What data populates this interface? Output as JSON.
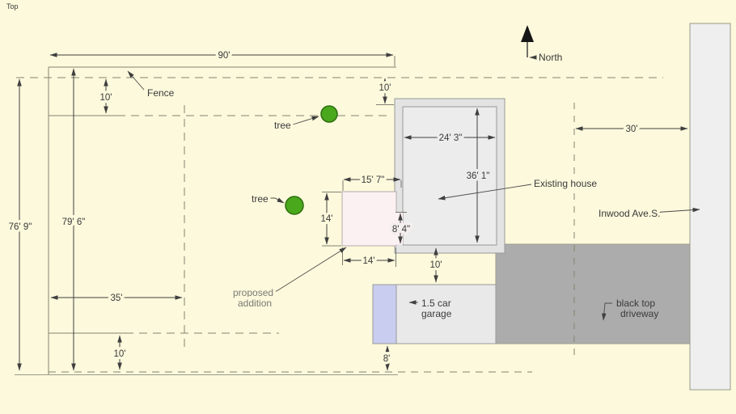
{
  "view": {
    "label": "Top"
  },
  "labels": {
    "north": "North",
    "fence": "Fence",
    "tree_upper": "tree",
    "tree_lower": "tree",
    "existing_house": "Existing house",
    "proposed_line1": "proposed",
    "proposed_line2": "addition",
    "garage_line1": "1.5 car",
    "garage_line2": "garage",
    "driveway_line1": "black top",
    "driveway_line2": "driveway",
    "street": "Inwood Ave.S."
  },
  "dims": {
    "lot_width": "90'",
    "fence_gap_top": "10'",
    "house_gap_top": "10'",
    "lot_depth": "76' 9\"",
    "fence_depth": "79' 6\"",
    "house_width": "24' 3\"",
    "house_depth": "36' 1\"",
    "addition_top_span": "15' 7\"",
    "addition_depth": "14'",
    "wall_opening": "8' 4\"",
    "addition_width": "14'",
    "house_garage_gap": "10'",
    "garage_rear_gap": "8'",
    "street_setback": "30'",
    "side_setback": "35'",
    "rear_gap": "10'"
  },
  "colors": {
    "background": "#FCF9DC",
    "house_fill": "#E3E3E3",
    "house_inner_fill": "#ECECEC",
    "addition_fill": "#FBF0F2",
    "garage_fill": "#E9E9E9",
    "garage_accent": "#C9CDEF",
    "driveway_fill": "#ACACAC",
    "street_fill": "#EFEFEF",
    "tree_fill": "#4AA81C",
    "tree_stroke": "#2D6E0E"
  }
}
